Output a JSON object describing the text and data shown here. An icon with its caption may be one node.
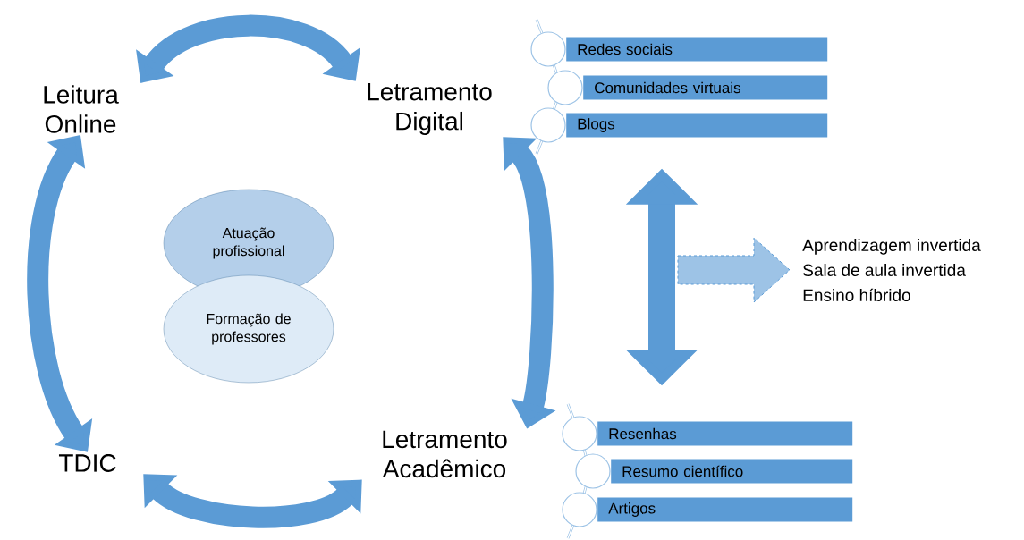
{
  "diagram": {
    "nodes": [
      {
        "text": [
          "Leitura Online"
        ]
      },
      {
        "text": [
          "Letramento Digital"
        ]
      },
      {
        "text": [
          "TDIC"
        ]
      },
      {
        "text": [
          "Letramento Acadêmico"
        ]
      },
      {
        "text": [
          "Atuação profissional"
        ]
      },
      {
        "text": [
          "Formação de professores"
        ]
      },
      {
        "text": [
          "Redes sociais"
        ]
      },
      {
        "text": [
          "Comunidades virtuais"
        ]
      },
      {
        "text": [
          "Blogs"
        ]
      },
      {
        "text": [
          "Resenhas"
        ]
      },
      {
        "text": [
          "Resumo científico"
        ]
      },
      {
        "text": [
          "Artigos"
        ]
      },
      {
        "text": [
          "Aprendizagem invertida",
          "Sala de aula invertida",
          "Ensino híbrido"
        ]
      }
    ],
    "edges": [
      {
        "from": 0,
        "to": 1,
        "arrow": "both"
      },
      {
        "from": 1,
        "to": 3,
        "arrow": "both"
      },
      {
        "from": 2,
        "to": 3,
        "arrow": "both"
      },
      {
        "from": 0,
        "to": 2,
        "arrow": "both"
      },
      {
        "from": 8,
        "to": 9,
        "arrow": "both"
      },
      {
        "from": null,
        "to": 12,
        "arrow": "to",
        "style": "dashed"
      }
    ]
  }
}
